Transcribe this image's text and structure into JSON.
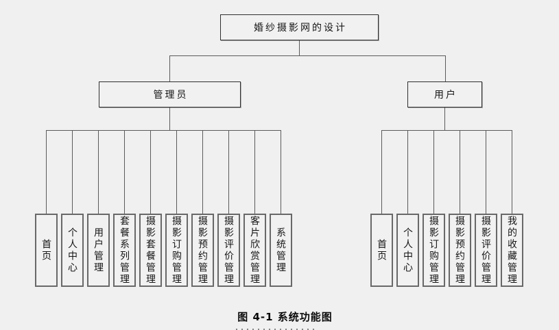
{
  "diagram": {
    "root_label": "婚纱摄影网的设计",
    "branches": [
      {
        "label": "管理员",
        "children": [
          "首页",
          "个人中心",
          "用户管理",
          "套餐系列管理",
          "摄影套餐管理",
          "摄影订购管理",
          "摄影预约管理",
          "摄影评价管理",
          "客片欣赏管理",
          "系统管理"
        ]
      },
      {
        "label": "用户",
        "children": [
          "首页",
          "个人中心",
          "摄影订购管理",
          "摄影预约管理",
          "摄影评价管理",
          "我的收藏管理"
        ]
      }
    ]
  },
  "caption": "图 4-1 系统功能图",
  "colors": {
    "background": "#f0f0f0",
    "box_fill": "#f1f1f1",
    "box_border_dark": "#2e2e2e",
    "leaf_border": "#686868",
    "connector": "#5a5a5a",
    "text": "#141414"
  }
}
